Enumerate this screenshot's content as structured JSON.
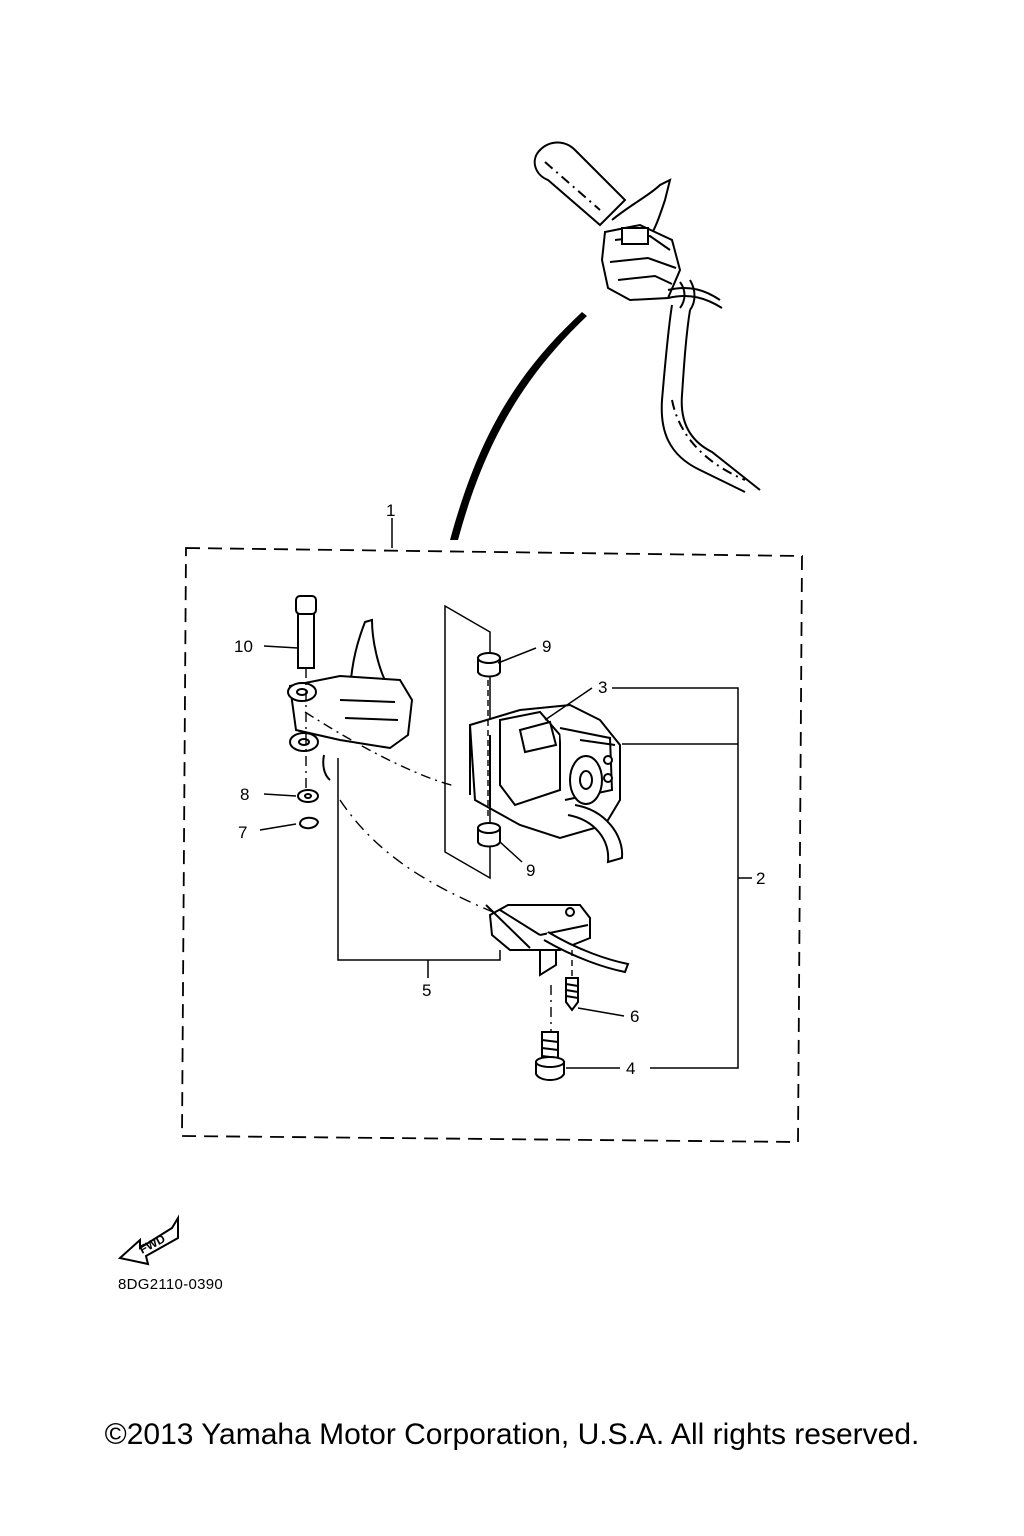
{
  "diagram": {
    "callouts": [
      "1",
      "2",
      "3",
      "4",
      "5",
      "6",
      "7",
      "8",
      "9",
      "9",
      "10"
    ],
    "fwd_label": "FWD",
    "part_code": "8DG2110-0390"
  },
  "footer": {
    "copyright": "©2013 Yamaha Motor Corporation, U.S.A. All rights reserved."
  }
}
